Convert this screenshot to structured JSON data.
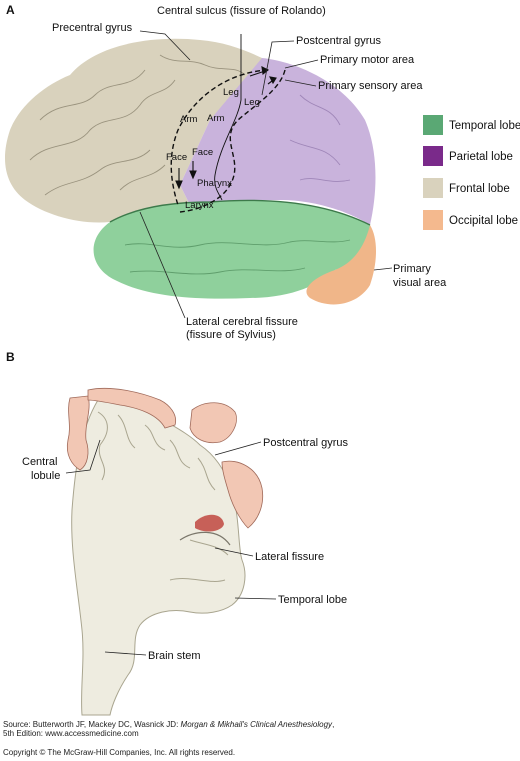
{
  "panels": {
    "a": "A",
    "b": "B"
  },
  "labels_a": {
    "central_sulcus": "Central sulcus (fissure of Rolando)",
    "precentral_gyrus": "Precentral gyrus",
    "postcentral_gyrus": "Postcentral gyrus",
    "primary_motor_area": "Primary motor area",
    "primary_sensory_area": "Primary sensory area",
    "leg_motor": "Leg",
    "leg_sensory": "Leg",
    "arm_motor": "Arm",
    "arm_sensory": "Arm",
    "face_motor": "Face",
    "face_sensory": "Face",
    "pharynx": "Pharynx",
    "larynx": "Larynx",
    "lateral_fissure_line1": "Lateral cerebral fissure",
    "lateral_fissure_line2": "(fissure of Sylvius)",
    "primary_visual_line1": "Primary",
    "primary_visual_line2": "visual area"
  },
  "legend": [
    {
      "label": "Temporal lobe",
      "color": "#5aa874"
    },
    {
      "label": "Parietal lobe",
      "color": "#7a2a8a"
    },
    {
      "label": "Frontal lobe",
      "color": "#d9d2bd"
    },
    {
      "label": "Occipital lobe",
      "color": "#f4b98e"
    }
  ],
  "colors": {
    "frontal": "#d9d2bd",
    "parietal": "#c9b3dc",
    "temporal": "#8fd09c",
    "occipital": "#f0b689",
    "section": "#eeece0",
    "homunculus": "#f2c7b4"
  },
  "labels_b": {
    "central_lobule_line1": "Central",
    "central_lobule_line2": "lobule",
    "postcentral_gyrus": "Postcentral gyrus",
    "lateral_fissure": "Lateral fissure",
    "temporal_lobe": "Temporal lobe",
    "brain_stem": "Brain stem"
  },
  "footer": {
    "source_prefix": "Source: Butterworth JF, Mackey DC, Wasnick JD: ",
    "source_title": "Morgan & Mikhail's Clinical Anesthesiology",
    "source_suffix": ",",
    "edition": "5th Edition: www.accessmedicine.com",
    "copyright": "Copyright © The McGraw-Hill Companies, Inc. All rights reserved."
  }
}
